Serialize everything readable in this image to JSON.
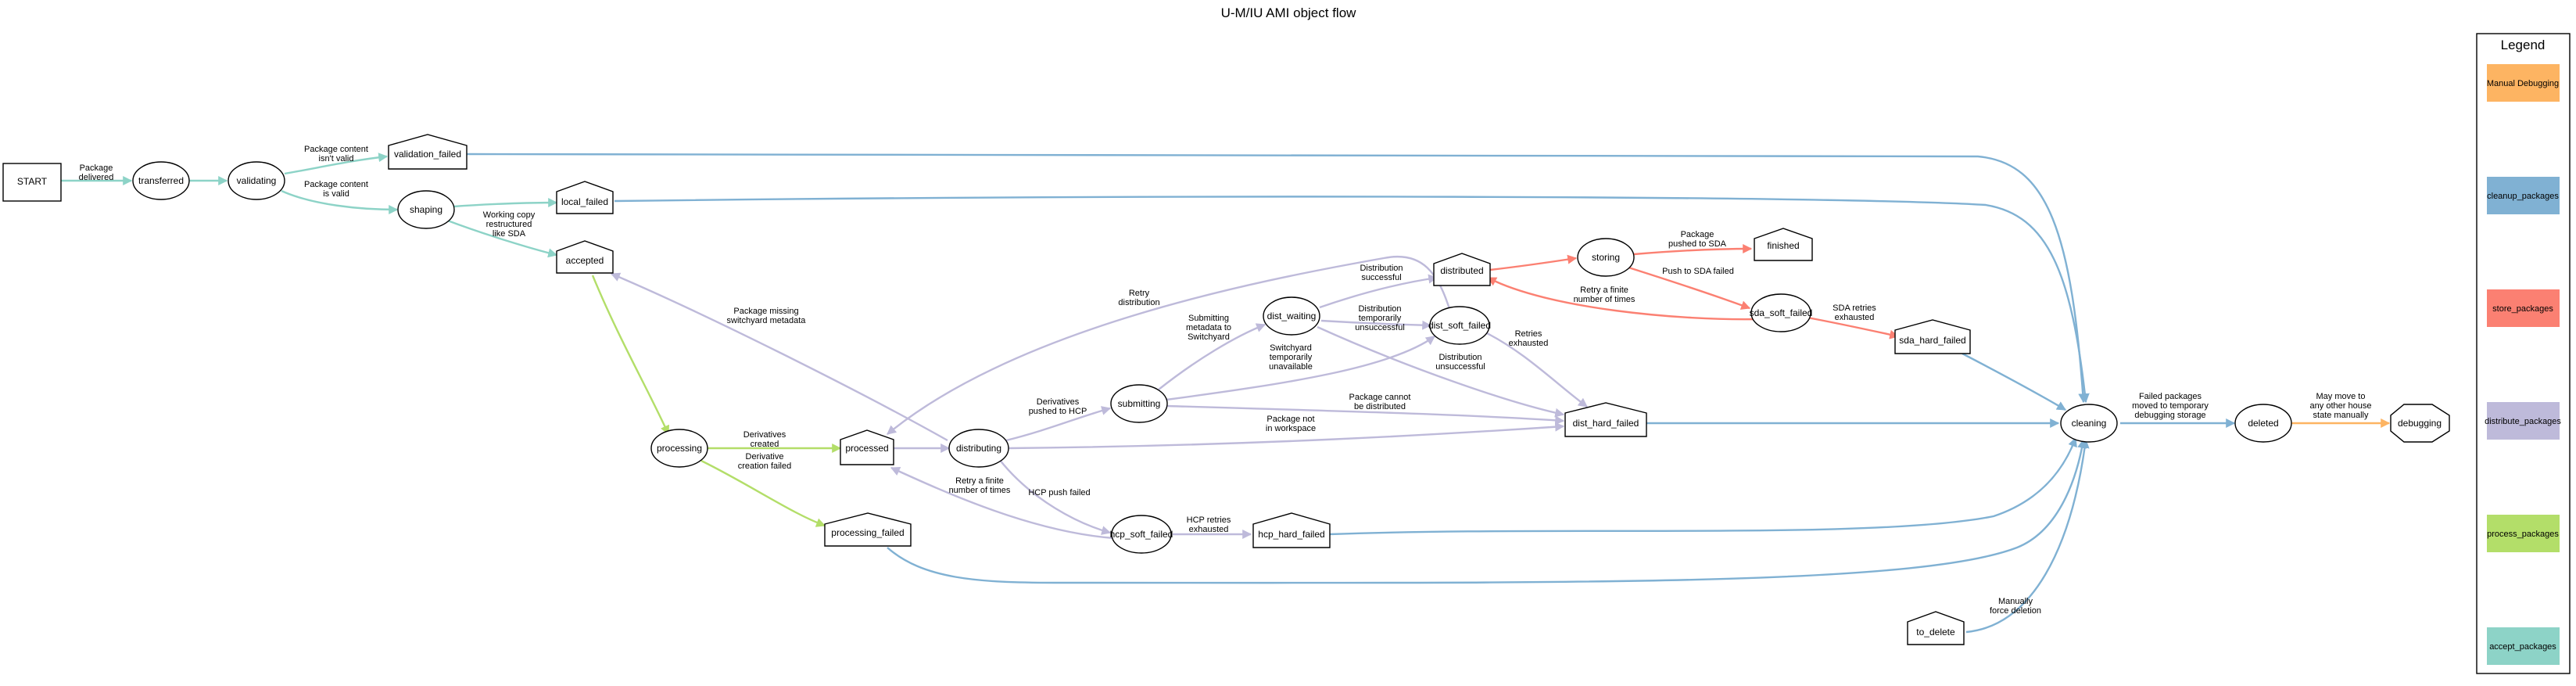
{
  "title": "U-M/IU AMI object flow",
  "colors": {
    "accept": "#8dd3c7",
    "process": "#b3de69",
    "distribute": "#bebada",
    "store": "#fb8072",
    "cleanup": "#80b1d3",
    "manual": "#fdb462"
  },
  "nodes": {
    "start": "START",
    "transferred": "transferred",
    "validating": "validating",
    "validation_failed": "validation_failed",
    "shaping": "shaping",
    "local_failed": "local_failed",
    "accepted": "accepted",
    "processing": "processing",
    "processed": "processed",
    "processing_failed": "processing_failed",
    "distributing": "distributing",
    "submitting": "submitting",
    "dist_waiting": "dist_waiting",
    "distributed": "distributed",
    "dist_soft_failed": "dist_soft_failed",
    "dist_hard_failed": "dist_hard_failed",
    "hcp_soft_failed": "hcp_soft_failed",
    "hcp_hard_failed": "hcp_hard_failed",
    "storing": "storing",
    "finished": "finished",
    "sda_soft_failed": "sda_soft_failed",
    "sda_hard_failed": "sda_hard_failed",
    "cleaning": "cleaning",
    "deleted": "deleted",
    "debugging": "debugging",
    "to_delete": "to_delete"
  },
  "edges": {
    "start_transferred": [
      "Package",
      "delivered"
    ],
    "validating_validation_failed": [
      "Package content",
      "isn't valid"
    ],
    "validating_shaping": [
      "Package content",
      "is valid"
    ],
    "shaping_accepted": [
      "Working copy",
      "restructured",
      "like SDA"
    ],
    "processing_processed": [
      "Derivatives",
      "created"
    ],
    "processing_failed": [
      "Derivative",
      "creation failed"
    ],
    "distributing_accepted": [
      "Package missing",
      "switchyard metadata"
    ],
    "distributing_submitting": [
      "Derivatives",
      "pushed to HCP"
    ],
    "distributing_hcp_soft": [
      "HCP push failed"
    ],
    "hcp_soft_processed": [
      "Retry a finite",
      "number of times"
    ],
    "hcp_soft_hard": [
      "HCP retries",
      "exhausted"
    ],
    "distributing_hard": [
      "Package not",
      "in workspace"
    ],
    "submitting_waiting": [
      "Submitting",
      "metadata to",
      "Switchyard"
    ],
    "submitting_soft": [
      "Switchyard",
      "temporarily",
      "unavailable"
    ],
    "submitting_hard": [
      "Package cannot",
      "be distributed"
    ],
    "waiting_distributed": [
      "Distribution",
      "successful"
    ],
    "waiting_soft": [
      "Distribution",
      "temporarily",
      "unsuccessful"
    ],
    "waiting_hard": [
      "Distribution",
      "unsuccessful"
    ],
    "soft_processed": [
      "Retry",
      "distribution"
    ],
    "soft_hard": [
      "Retries",
      "exhausted"
    ],
    "storing_finished": [
      "Package",
      "pushed to SDA"
    ],
    "storing_sda_soft": [
      "Push to SDA failed"
    ],
    "sda_soft_distributed": [
      "Retry a finite",
      "number of times"
    ],
    "sda_soft_hard": [
      "SDA retries",
      "exhausted"
    ],
    "cleaning_deleted": [
      "Failed packages",
      "moved to temporary",
      "debugging storage"
    ],
    "deleted_debugging": [
      "May move to",
      "any other house",
      "state manually"
    ],
    "to_delete_cleaning": [
      "Manually",
      "force deletion"
    ]
  },
  "legend": {
    "title": "Legend",
    "items": [
      {
        "label": "Manual Debugging",
        "color": "#fdb462"
      },
      {
        "label": "cleanup_packages",
        "color": "#80b1d3"
      },
      {
        "label": "store_packages",
        "color": "#fb8072"
      },
      {
        "label": "distribute_packages",
        "color": "#bebada"
      },
      {
        "label": "process_packages",
        "color": "#b3de69"
      },
      {
        "label": "accept_packages",
        "color": "#8dd3c7"
      }
    ]
  }
}
